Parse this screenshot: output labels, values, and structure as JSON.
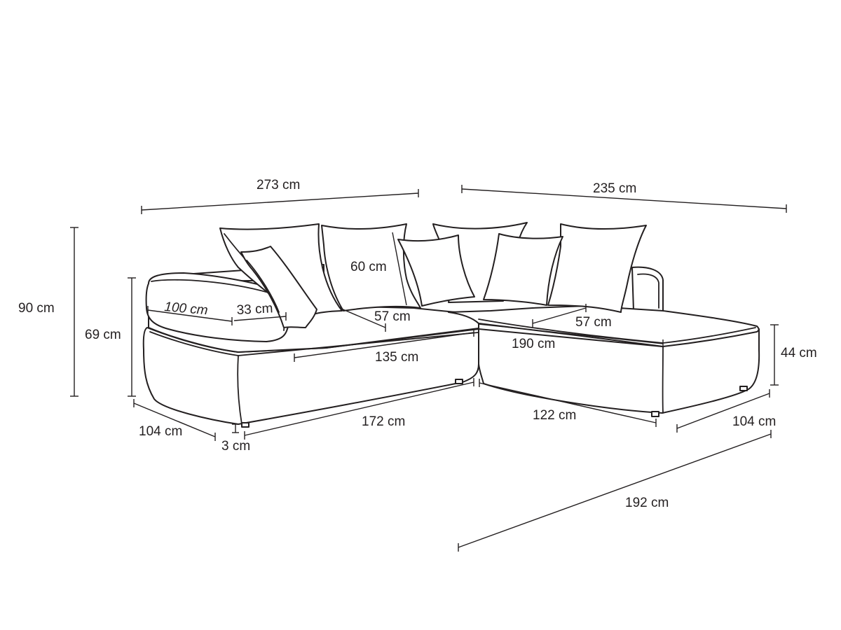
{
  "dimensions": {
    "overall_width_left": "273 cm",
    "overall_width_right": "235 cm",
    "total_height": "90 cm",
    "armrest_height": "69 cm",
    "backrest_cushion_height": "60 cm",
    "armrest_length": "100 cm",
    "armrest_width": "33 cm",
    "seat_depth_left": "57 cm",
    "seat_depth_right": "57 cm",
    "seat_width_left": "135 cm",
    "seat_width_chaise": "190 cm",
    "seat_height": "44 cm",
    "depth_left": "104 cm",
    "depth_right": "104 cm",
    "front_length_left": "172 cm",
    "front_length_right": "122 cm",
    "feet_height": "3 cm",
    "chaise_total_depth": "192 cm"
  }
}
